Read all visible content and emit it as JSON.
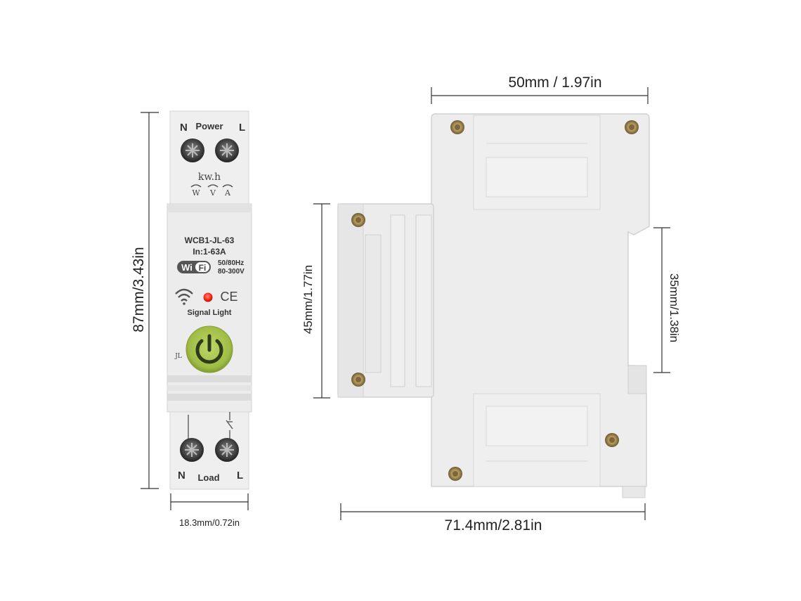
{
  "front": {
    "terminal_n_top": "N",
    "terminal_l_top": "L",
    "power_label": "Power",
    "meter_label": "kw.h",
    "meter_w": "W",
    "meter_v": "V",
    "meter_a": "A",
    "model": "WCB1-JL-63",
    "current_rating": "In:1-63A",
    "wifi_left": "Wi",
    "wifi_right": "Fi",
    "frequency": "50/80Hz",
    "voltage": "80-300V",
    "ce_mark": "CE",
    "signal_light_label": "Signal Light",
    "jl_mark": "JL",
    "terminal_n_bottom": "N",
    "terminal_l_bottom": "L",
    "load_label": "Load"
  },
  "dimensions": {
    "front_height": "87mm/3.43in",
    "front_width": "18.3mm/0.72in",
    "side_top_width": "50mm / 1.97in",
    "side_left_height": "45mm/1.77in",
    "side_right_height": "35mm/1.38in",
    "side_bottom_width": "71.4mm/2.81in"
  },
  "colors": {
    "body": "#eeeeee",
    "body_shade": "#d9d9d9",
    "button_green": "#a4c24a",
    "indicator_red": "#ff2a1a",
    "screw_brass": "#b49a66"
  }
}
